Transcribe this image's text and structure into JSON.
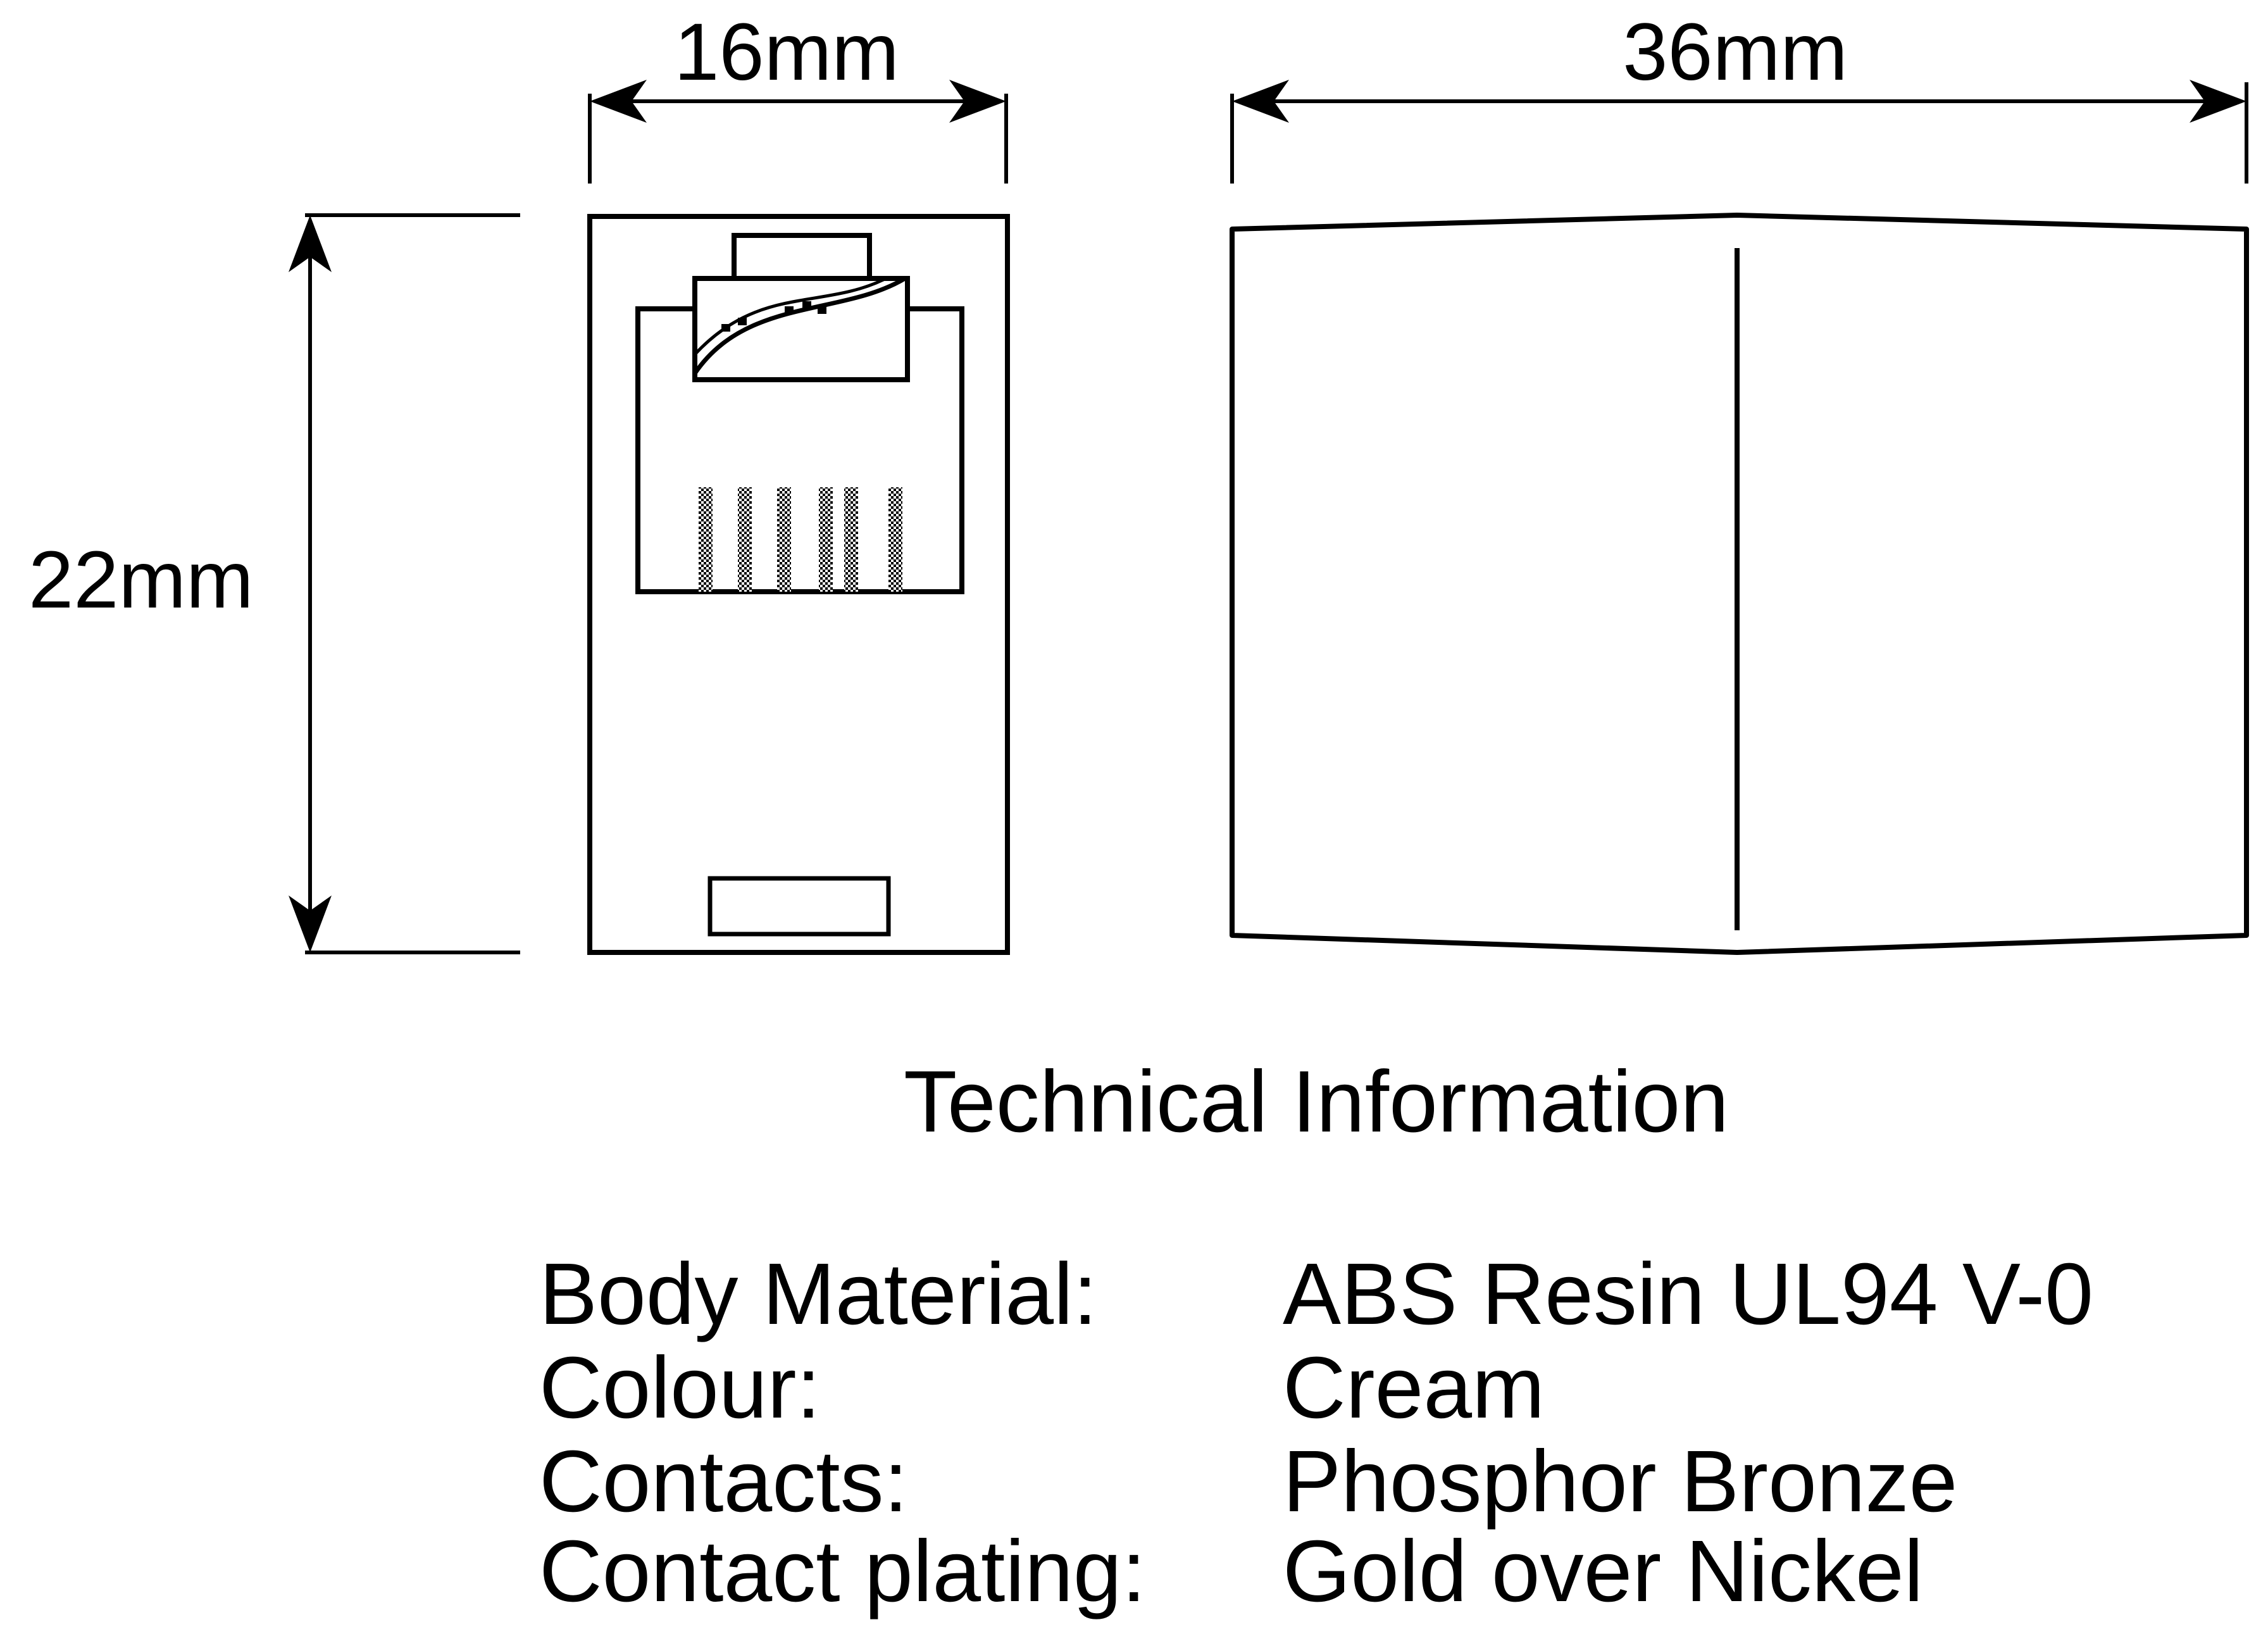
{
  "dimensions": {
    "front_width": "16mm",
    "side_length": "36mm",
    "height": "22mm"
  },
  "title": "Technical Information",
  "specs": [
    {
      "label": "Body Material:",
      "value": "ABS Resin UL94 V-0"
    },
    {
      "label": "Colour:",
      "value": "Cream"
    },
    {
      "label": "Contacts:",
      "value": "Phosphor Bronze"
    },
    {
      "label": "Contact plating:",
      "value": "Gold over Nickel"
    }
  ],
  "colors": {
    "line": "#000000",
    "background": "#ffffff"
  }
}
